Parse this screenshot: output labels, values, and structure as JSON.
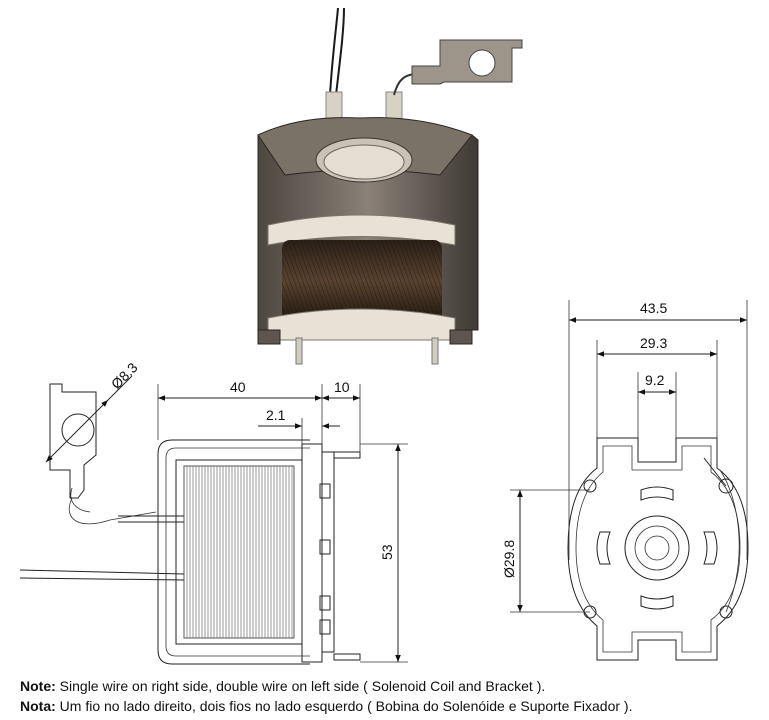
{
  "dimensions": {
    "bracket_hole_dia": "Ø8.3",
    "length_40": "40",
    "length_10": "10",
    "length_2_1": "2.1",
    "height_53": "53",
    "width_43_5": "43.5",
    "width_29_3": "29.3",
    "width_9_2": "9.2",
    "dia_29_8": "Ø29.8"
  },
  "notes": {
    "en_label": "Note:",
    "en_text": " Single wire on right side, double wire on left side ( Solenoid Coil and Bracket ).",
    "pt_label": "Nota:",
    "pt_text": " Um fio no lado direito, dois fios no lado esquerdo ( Bobina do Solenóide e Suporte Fixador )."
  },
  "colors": {
    "coil_copper": "#3a2a1c",
    "frame_metal": "#6b6258",
    "bobbin": "#e8e2d6"
  }
}
